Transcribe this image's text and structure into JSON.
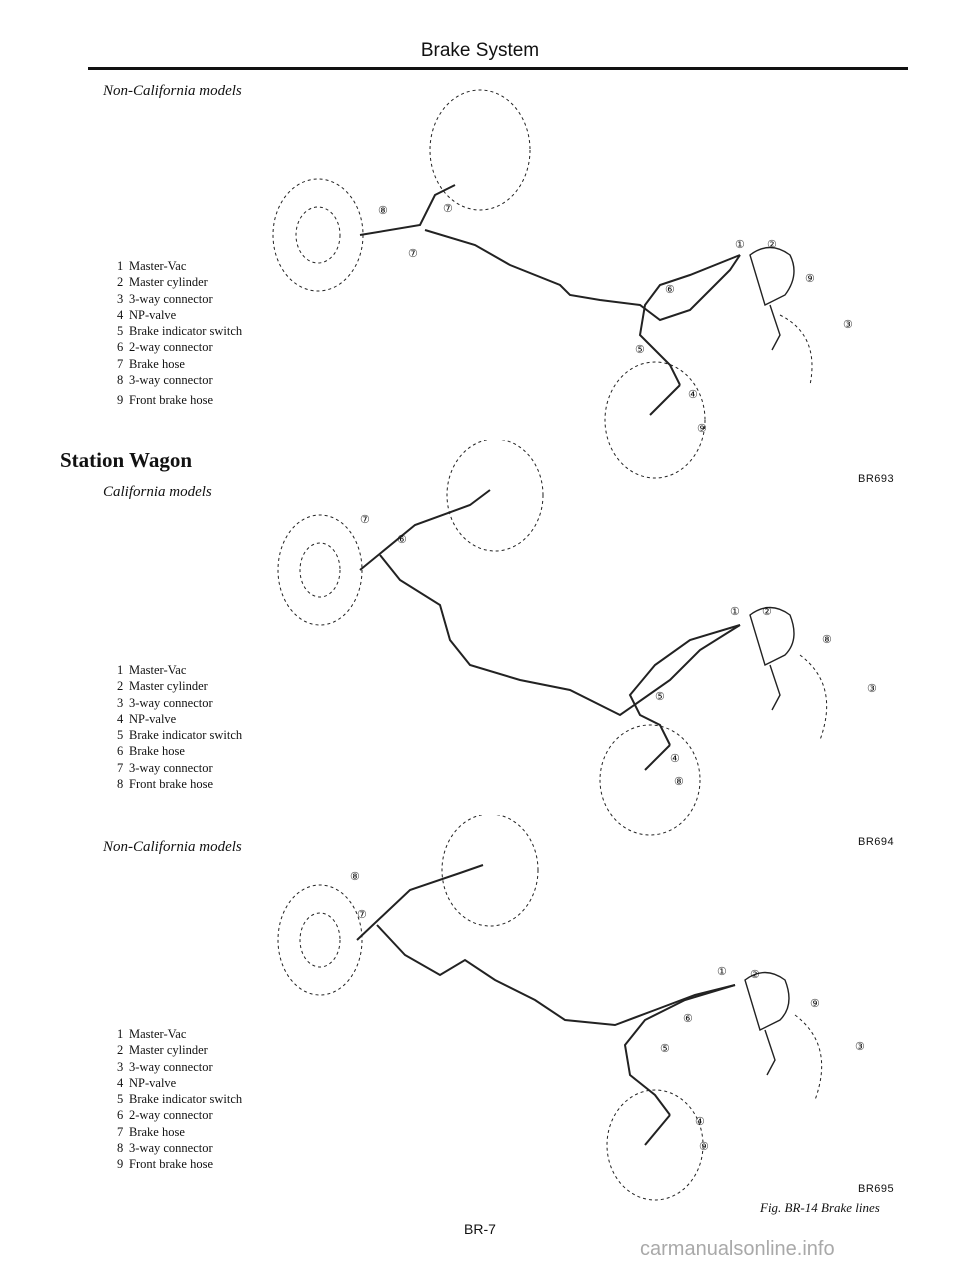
{
  "header": {
    "title": "Brake System"
  },
  "section_title": "Station Wagon",
  "panels": [
    {
      "subtitle": "Non-California models",
      "legend": [
        {
          "num": "1",
          "label": "Master-Vac"
        },
        {
          "num": "2",
          "label": "Master cylinder"
        },
        {
          "num": "3",
          "label": "3-way connector"
        },
        {
          "num": "4",
          "label": "NP-valve"
        },
        {
          "num": "5",
          "label": "Brake indicator switch"
        },
        {
          "num": "6",
          "label": "2-way connector"
        },
        {
          "num": "7",
          "label": "Brake hose"
        },
        {
          "num": "8",
          "label": "3-way connector"
        },
        {
          "num": "9",
          "label": "Front brake hose"
        }
      ],
      "code": "BR693"
    },
    {
      "subtitle": "California models",
      "legend": [
        {
          "num": "1",
          "label": "Master-Vac"
        },
        {
          "num": "2",
          "label": "Master cylinder"
        },
        {
          "num": "3",
          "label": "3-way connector"
        },
        {
          "num": "4",
          "label": "NP-valve"
        },
        {
          "num": "5",
          "label": "Brake indicator switch"
        },
        {
          "num": "6",
          "label": "Brake hose"
        },
        {
          "num": "7",
          "label": "3-way connector"
        },
        {
          "num": "8",
          "label": "Front brake hose"
        }
      ],
      "code": "BR694"
    },
    {
      "subtitle": "Non-California models",
      "legend": [
        {
          "num": "1",
          "label": "Master-Vac"
        },
        {
          "num": "2",
          "label": "Master cylinder"
        },
        {
          "num": "3",
          "label": "3-way connector"
        },
        {
          "num": "4",
          "label": "NP-valve"
        },
        {
          "num": "5",
          "label": "Brake indicator switch"
        },
        {
          "num": "6",
          "label": "2-way connector"
        },
        {
          "num": "7",
          "label": "Brake hose"
        },
        {
          "num": "8",
          "label": "3-way connector"
        },
        {
          "num": "9",
          "label": "Front brake hose"
        }
      ],
      "code": "BR695"
    }
  ],
  "figure_caption": "Fig. BR-14 Brake lines",
  "page_number": "BR-7",
  "watermark": "carmanualsonline.info"
}
